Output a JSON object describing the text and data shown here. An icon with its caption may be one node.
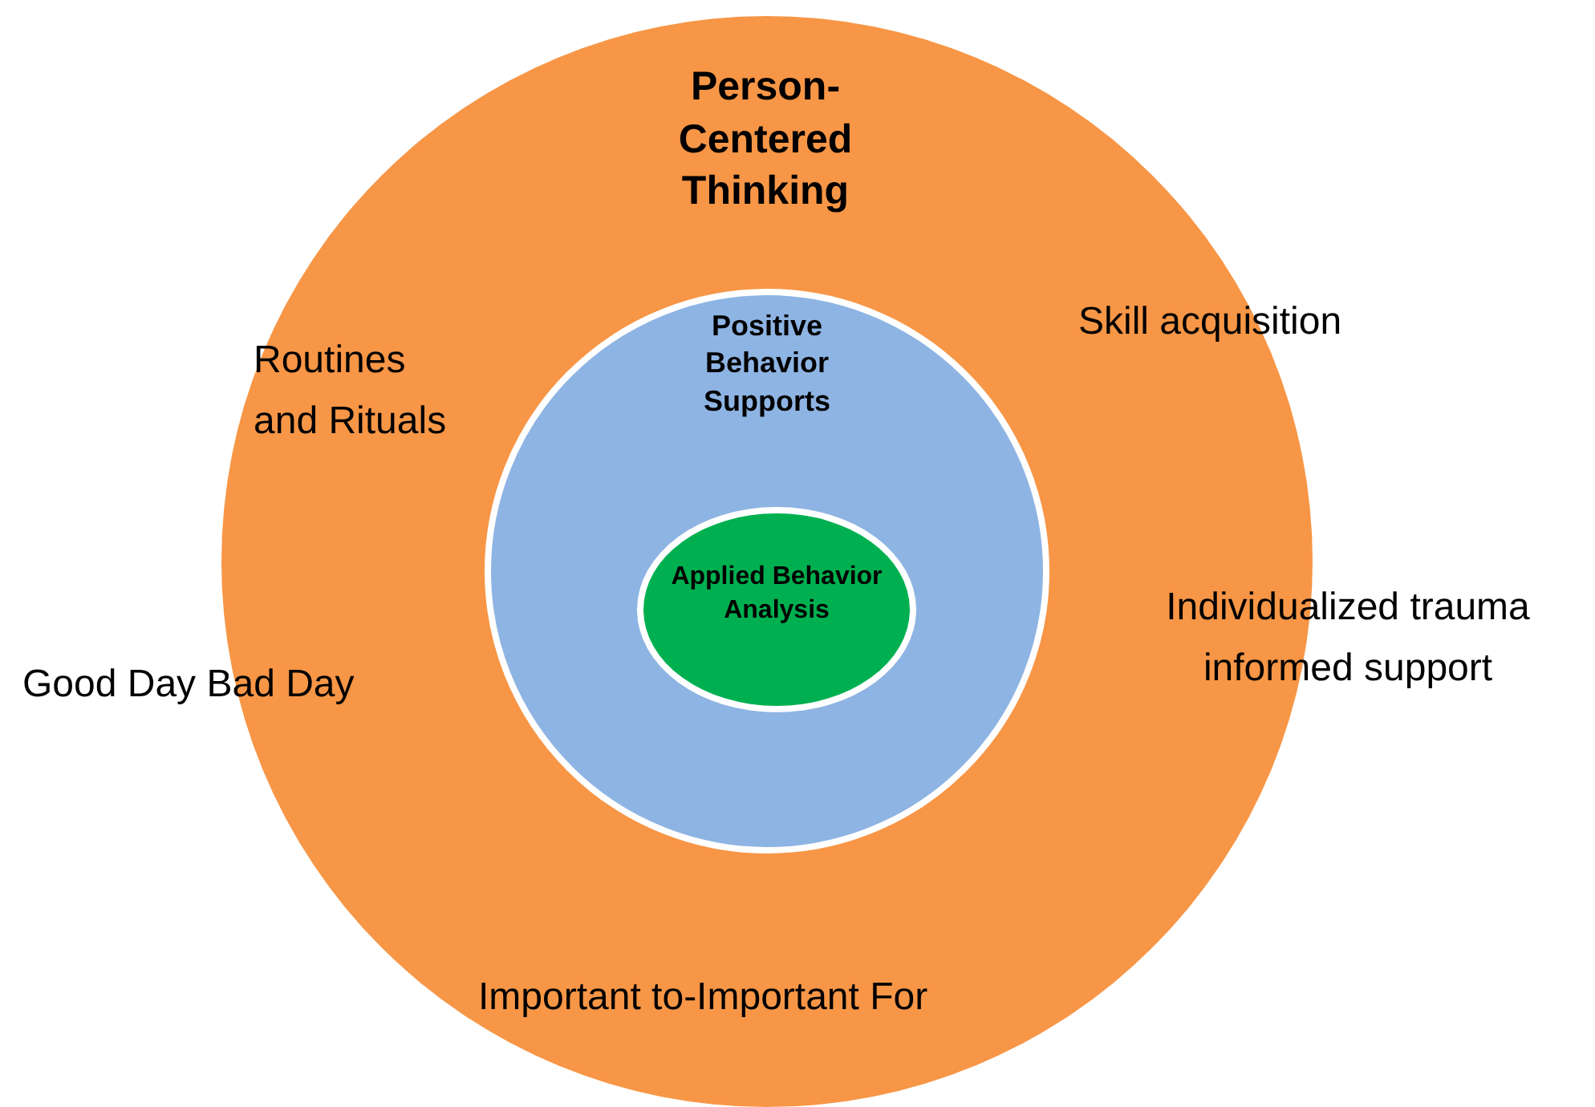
{
  "diagram": {
    "nodes": [
      {
        "text": [
          "Person-Centered Thinking"
        ]
      },
      {
        "text": [
          "Positive Behavior Supports"
        ],
        "in": 0
      },
      {
        "text": [
          "Applied Behavior Analysis"
        ],
        "in": 1
      }
    ],
    "labels": [
      "Routines and Rituals",
      "Skill acquisition",
      "Good Day Bad Day",
      "Individualized trauma informed support",
      "Important to-Important For"
    ]
  }
}
